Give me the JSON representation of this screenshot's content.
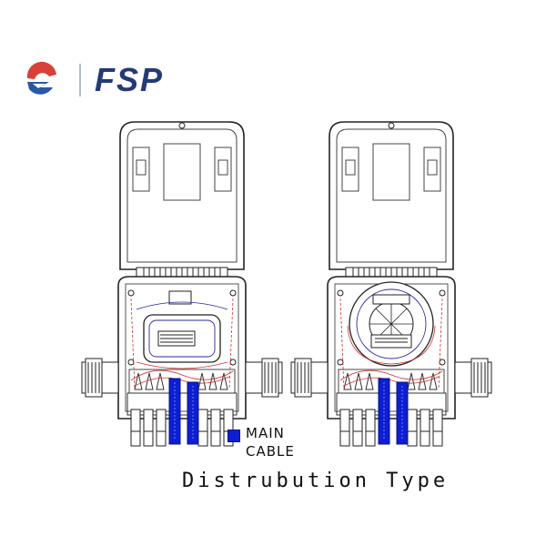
{
  "brand": {
    "name": "FSP",
    "logo_icon": "swirl-logo-icon",
    "colors": {
      "red": "#d8413a",
      "blue": "#2a57a8",
      "navy": "#243a78"
    }
  },
  "diagram": {
    "left_panel": "closure-with-splitter-tray",
    "right_panel": "closure-with-splice-cassette",
    "main_cable_color": "#0d1fd0",
    "legend": {
      "line1": "MAIN",
      "line2": "CABLE"
    },
    "caption": "Distrubution Type"
  }
}
